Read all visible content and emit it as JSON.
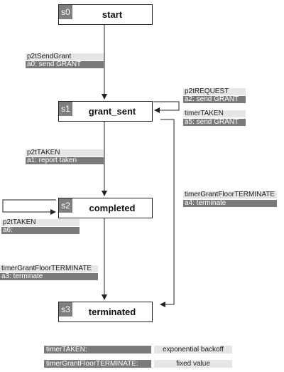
{
  "states": {
    "s0": {
      "id": "s0",
      "name": "start"
    },
    "s1": {
      "id": "s1",
      "name": "grant_sent"
    },
    "s2": {
      "id": "s2",
      "name": "completed"
    },
    "s3": {
      "id": "s3",
      "name": "terminated"
    }
  },
  "transitions": {
    "t_s0_s1": {
      "event": "p2tSendGrant",
      "action": "a0: send GRANT"
    },
    "t_s1_self_request": {
      "event": "p2tREQUEST",
      "action": "a2: send GRANT"
    },
    "t_s1_self_timer": {
      "event": "timerTAKEN",
      "action": "a5: send GRANT"
    },
    "t_s1_s2": {
      "event": "p2tTAKEN",
      "action": "a1: report taken"
    },
    "t_s1_s3": {
      "event": "timerGrantFloorTERMINATE",
      "action": "a4: terminate"
    },
    "t_s2_self": {
      "event": "p2tTAKEN",
      "action": "a6:"
    },
    "t_s2_s3": {
      "event": "timerGrantFloorTERMINATE",
      "action": "a3: terminate"
    }
  },
  "legend": [
    {
      "timer": "timerTAKEN:",
      "value": "exponential backoff"
    },
    {
      "timer": "timerGrantFloorTERMINATE:",
      "value": "fixed  value"
    }
  ],
  "colors": {
    "state_id_bg": "#7f7f7f",
    "action_bg": "#7a7a7a",
    "event_bg": "#e6e6e6",
    "line": "#222222"
  }
}
